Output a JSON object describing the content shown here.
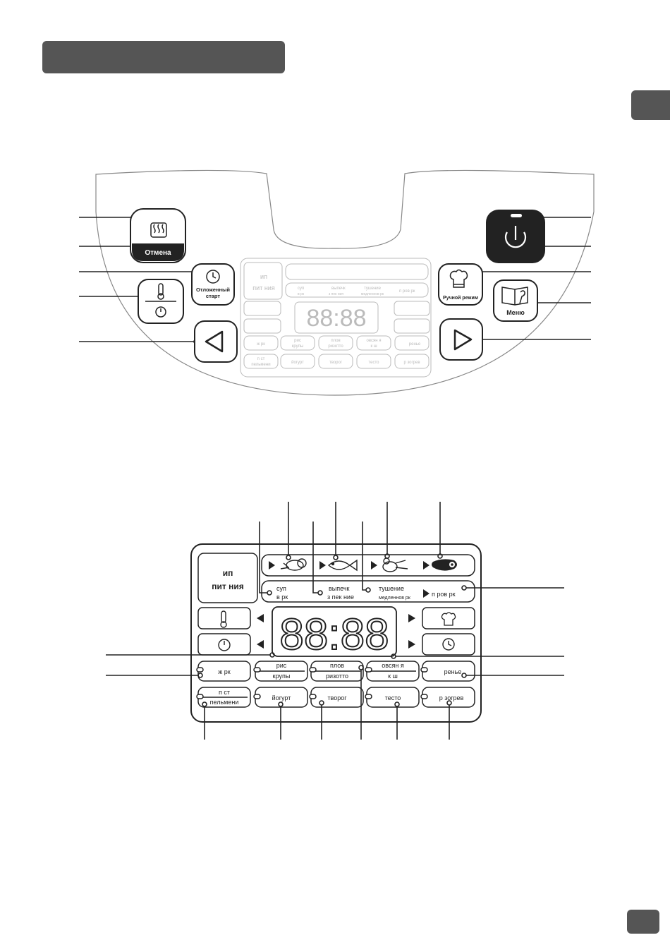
{
  "header": {
    "title": ""
  },
  "panel": {
    "cancel_label": "Отмена",
    "delay_start_label_1": "Отложенный",
    "delay_start_label_2": "старт",
    "manual_mode_label": "Ручной режим",
    "menu_label": "Меню",
    "display_time": "88:88",
    "faint_type_1": "ип",
    "faint_type_2": "пит ния",
    "faint_cat_1a": "суп",
    "faint_cat_1b": "в рк",
    "faint_cat_2a": "выпечк",
    "faint_cat_2b": "з пек ния",
    "faint_cat_3a": "тушение",
    "faint_cat_3b": "медленнов рк",
    "faint_cat_4": "п ров рк",
    "faint_prog_1": "ж рк",
    "faint_prog_2a": "рис",
    "faint_prog_2b": "крупы",
    "faint_prog_3a": "плов",
    "faint_prog_3b": "ризотто",
    "faint_prog_4a": "овсян я",
    "faint_prog_4b": "к ш",
    "faint_prog_5": "ренье",
    "faint_prog_6a": "п ст",
    "faint_prog_6b": "пельмени",
    "faint_prog_7": "йогурт",
    "faint_prog_8": "творог",
    "faint_prog_9": "тесто",
    "faint_prog_10": "р зогрев"
  },
  "display": {
    "food_type_line1": "ип",
    "food_type_line2": "пит ния",
    "cat_soup_1": "суп",
    "cat_soup_2": "в рк",
    "cat_bake_1": "выпечк",
    "cat_bake_2": "з пек ние",
    "cat_stew_1": "тушение",
    "cat_stew_2": "медленнов рк",
    "cat_steam": "п ров рк",
    "time": "88:88",
    "prog_fry": "ж рк",
    "prog_rice_1": "рис",
    "prog_rice_2": "крупы",
    "prog_pilaf_1": "плов",
    "prog_pilaf_2": "ризотто",
    "prog_porridge_1": "овсян я",
    "prog_porridge_2": "к ш",
    "prog_jam": "ренье",
    "prog_pasta_1": "п ст",
    "prog_pasta_2": "пельмени",
    "prog_yogurt": "йогурт",
    "prog_cottage": "творог",
    "prog_dough": "тесто",
    "prog_reheat": "р зогрев"
  },
  "colors": {
    "dark": "#555555",
    "line": "#222222",
    "faint": "#bbbbbb"
  }
}
